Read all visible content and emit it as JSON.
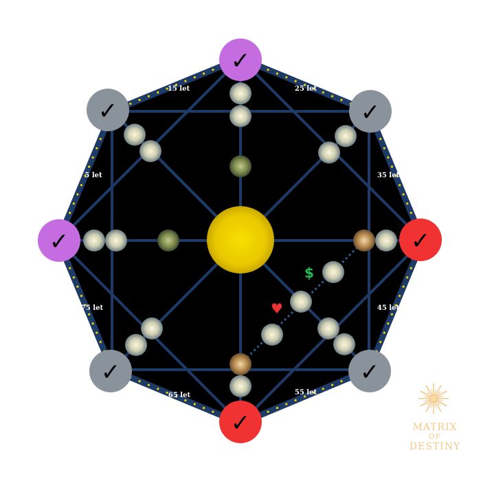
{
  "colors": {
    "background": "#000000",
    "frame": "#1e3a66",
    "lines": "#1e3a66",
    "dots": "#f2d200",
    "purple": "#c56de0",
    "red": "#f03232",
    "gray": "#8a929c",
    "center": "#f0d000",
    "pearl": "#c9cbb0",
    "olive": "#7d8a4d",
    "bronze": "#b5894e",
    "dollar": "#22bb55",
    "heart": "#ee3333"
  },
  "diagram": {
    "check_mark": "✓",
    "age_labels": [
      "15 let",
      "25 let",
      "35 let",
      "45 let",
      "55 let",
      "65 let",
      "75 let",
      "5 let"
    ],
    "dollar_symbol": "$",
    "heart_symbol": "♥",
    "markers": [
      {
        "name": "marker-top",
        "color": "purple"
      },
      {
        "name": "marker-top-right",
        "color": "gray"
      },
      {
        "name": "marker-right",
        "color": "red"
      },
      {
        "name": "marker-bottom-right",
        "color": "gray"
      },
      {
        "name": "marker-bottom",
        "color": "red"
      },
      {
        "name": "marker-bottom-left",
        "color": "gray"
      },
      {
        "name": "marker-left",
        "color": "purple"
      },
      {
        "name": "marker-top-left",
        "color": "gray"
      }
    ]
  },
  "logo": {
    "line1": "MATRIX",
    "line2": "OF",
    "line3": "DESTINY"
  }
}
